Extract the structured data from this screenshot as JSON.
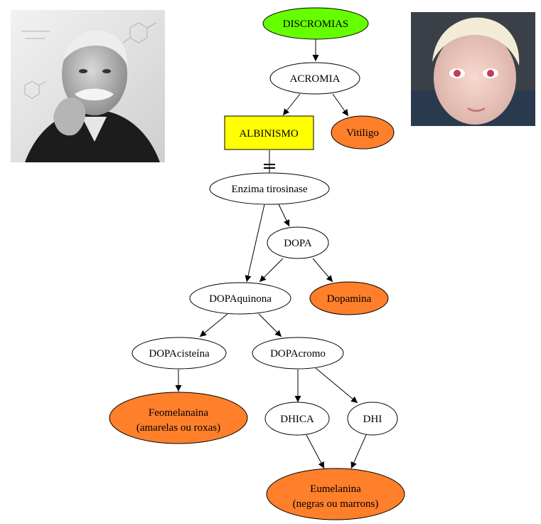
{
  "nodes": {
    "discromias": "DISCROMIAS",
    "acromia": "ACROMIA",
    "albinismo": "ALBINISMO",
    "vitiligo": "Vitiligo",
    "tirosinase": "Enzima tirosinase",
    "dopa": "DOPA",
    "dopaquinona": "DOPAquinona",
    "dopamina": "Dopamina",
    "dopacisteina": "DOPAcisteína",
    "dopacromo": "DOPAcromo",
    "feomelanina_line1": "Feomelanaina",
    "feomelanina_line2": "(amarelas ou roxas)",
    "dhica": "DHICA",
    "dhi": "DHI",
    "eumelanina_line1": "Eumelanina",
    "eumelanina_line2": "(negras ou marrons)"
  },
  "colors": {
    "root_fill": "#66ff00",
    "highlight_fill": "#ffff00",
    "leaf_fill": "#ff7f2a",
    "default_fill": "#ffffff"
  },
  "images": {
    "left": "portrait-photo-elderly-man",
    "right": "photo-albino-child"
  }
}
